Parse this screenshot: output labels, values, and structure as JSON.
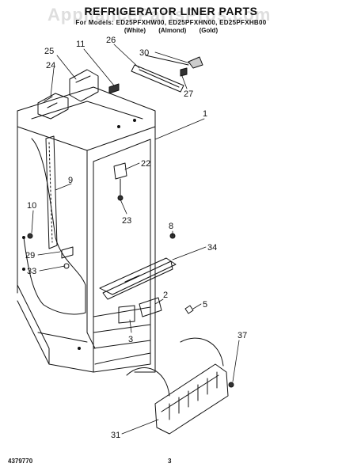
{
  "header": {
    "title": "REFRIGERATOR LINER PARTS",
    "subtitle": "For Models: ED25PFXHW00, ED25PFXHN00, ED25PFXHB00",
    "variants": [
      "(White)",
      "(Almond)",
      "(Gold)"
    ]
  },
  "watermark": "AppliancePartsPros.com",
  "callouts": {
    "c1": "1",
    "c2": "2",
    "c3": "3",
    "c5": "5",
    "c8": "8",
    "c9": "9",
    "c10": "10",
    "c11": "11",
    "c22": "22",
    "c23": "23",
    "c24": "24",
    "c25": "25",
    "c26": "26",
    "c27": "27",
    "c29": "29",
    "c30": "30",
    "c31": "31",
    "c33": "33",
    "c34": "34",
    "c37": "37"
  },
  "footer": {
    "doc_number": "4379770",
    "page_number": "3"
  }
}
